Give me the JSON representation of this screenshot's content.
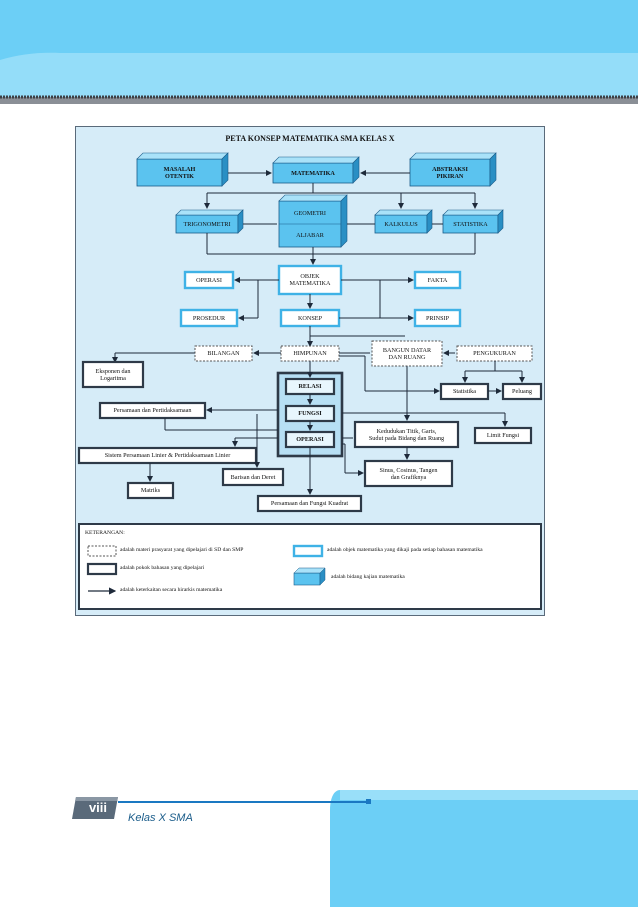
{
  "title": "PETA KONSEP MATEMATIKA SMA KELAS X",
  "top_row": {
    "masalah": "MASALAH\nOTENTIK",
    "matematika": "MATEMATIKA",
    "abstraksi": "ABSTRAKSI\nPIKIRAN"
  },
  "fields": {
    "trigonometri": "TRIGONOMETRI",
    "geometri": "GEOMETRI",
    "aljabar": "ALJABAR",
    "kalkulus": "KALKULUS",
    "statistika": "STATISTIKA"
  },
  "objects": {
    "operasi": "OPERASI",
    "objek": "OBJEK\nMATEMATIKA",
    "fakta": "FAKTA",
    "prosedur": "PROSEDUR",
    "konsep": "KONSEP",
    "prinsip": "PRINSIP"
  },
  "prereq": {
    "bilangan": "BILANGAN",
    "himpunan": "HIMPUNAN",
    "bangun": "BANGUN DATAR\nDAN RUANG",
    "pengukuran": "PENGUKURAN"
  },
  "core": {
    "relasi": "RELASI",
    "fungsi": "FUNGSI",
    "operasi": "OPERASI"
  },
  "topics": {
    "eksponen": "Eksponen dan\nLogaritma",
    "persamaan": "Persamaan dan Pertidaksamaan",
    "spl": "Sistem Persamaan Linier & Pertidaksamaan Linier",
    "matriks": "Matriks",
    "barisan": "Barisan dan Deret",
    "kuadrat": "Persamaan dan Fungsi Kuadrat",
    "kedudukan": "Kedudukan Titik, Garis,\nSudut pada Bidang dan Ruang",
    "sinus": "Sinus, Cosinus, Tangen\ndan Grafiknya",
    "limit": "Limit Fungsi",
    "statistika": "Statistika",
    "peluang": "Peluang"
  },
  "legend": {
    "heading": "KETERANGAN:",
    "dashed": "adalah materi prasyarat yang dipelajari di SD dan SMP",
    "thick": "adalah pokok bahasan yang dipelajari",
    "arrow": "adalah keterkaitan secara hirarkis matematika",
    "light": "adalah objek matematika yang dikaji pada setiap bahasan matematika",
    "cube": "adalah bidang kajian matematika"
  },
  "footer": {
    "page": "viii",
    "book": "Kelas X SMA"
  },
  "colors": {
    "band": "#6ccff6",
    "cube_front": "#5bc3ef",
    "cube_top": "#a9e2f9",
    "cube_side": "#2a8fc4",
    "line": "#1e2a3a",
    "diagram_bg": "#d6ecf8",
    "accent": "#1a78c2"
  }
}
